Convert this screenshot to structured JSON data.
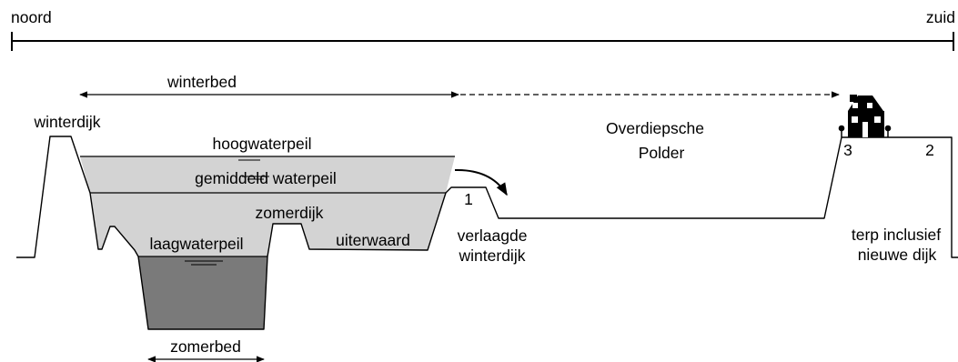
{
  "compass": {
    "north": "noord",
    "south": "zuid"
  },
  "labels": {
    "winterbed": "winterbed",
    "winterdijk": "winterdijk",
    "hoogwaterpeil": "hoogwaterpeil",
    "gemiddeld_waterpeil": "gemiddeld waterpeil",
    "zomerdijk": "zomerdijk",
    "laagwaterpeil": "laagwaterpeil",
    "uiterwaard": "uiterwaard",
    "zomerbed": "zomerbed",
    "verlaagde_line1": "verlaagde",
    "verlaagde_line2": "winterdijk",
    "polder_line1": "Overdiepsche",
    "polder_line2": "Polder",
    "terp_line1": "terp inclusief",
    "terp_line2": "nieuwe dijk"
  },
  "markers": {
    "m1": "1",
    "m2": "2",
    "m3": "3"
  },
  "colors": {
    "high_water": "#d3d3d3",
    "low_water": "#7a7a7a",
    "line": "#000000"
  }
}
